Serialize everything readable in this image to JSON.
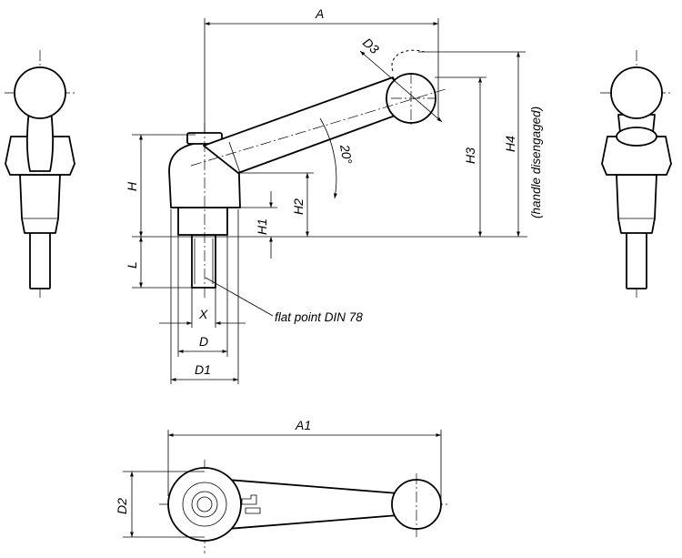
{
  "labels": {
    "A": "A",
    "D3": "D3",
    "H": "H",
    "H1": "H1",
    "H2": "H2",
    "H3": "H3",
    "H4": "H4",
    "handle_note": "(handle disengaged)",
    "angle": "20°",
    "L": "L",
    "X": "X",
    "D": "D",
    "D1": "D1",
    "thread_note": "flat point DIN 78",
    "A1": "A1",
    "D2": "D2"
  }
}
